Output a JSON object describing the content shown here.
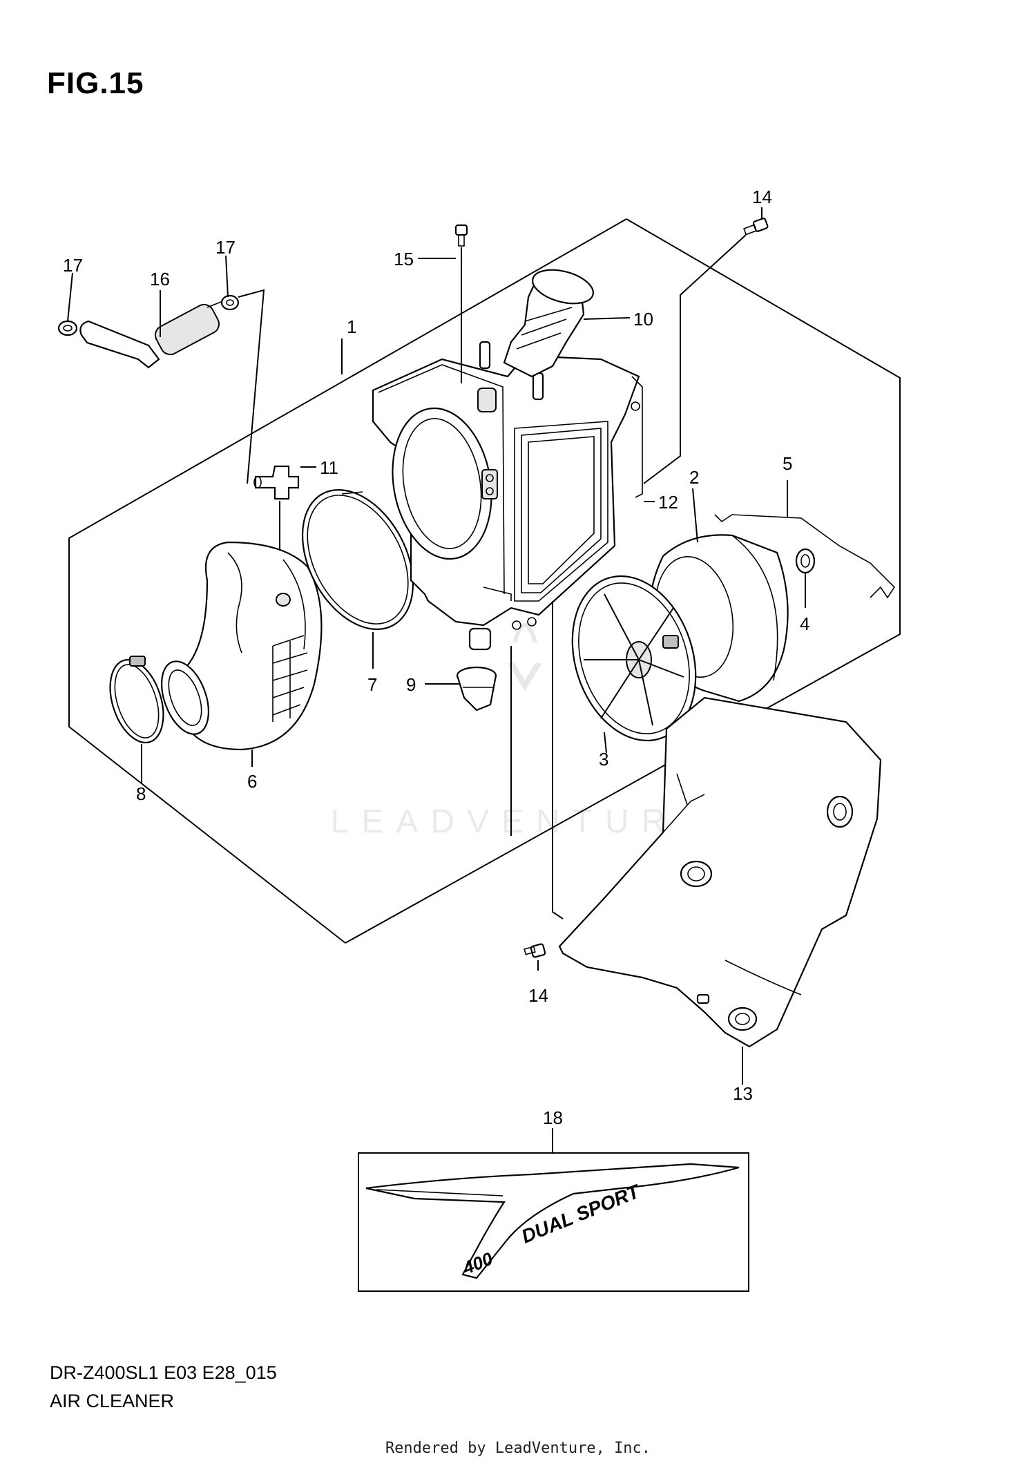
{
  "header": {
    "fig_title": "FIG.15"
  },
  "callouts": {
    "c1": "1",
    "c2": "2",
    "c3": "3",
    "c4": "4",
    "c5": "5",
    "c6": "6",
    "c7": "7",
    "c8": "8",
    "c9": "9",
    "c10": "10",
    "c11": "11",
    "c12": "12",
    "c13": "13",
    "c14_top": "14",
    "c14_bottom": "14",
    "c15": "15",
    "c16": "16",
    "c17_left": "17",
    "c17_right": "17",
    "c18": "18"
  },
  "decal": {
    "text": "DUAL SPORT",
    "number": "400"
  },
  "watermark": {
    "text": "LEADVENTURE"
  },
  "footer": {
    "model_code": "DR-Z400SL1 E03 E28_015",
    "section_name": "AIR CLEANER",
    "credit": "Rendered by LeadVenture, Inc."
  },
  "colors": {
    "line": "#000000",
    "background": "#ffffff",
    "watermark": "#cfcfcf"
  }
}
